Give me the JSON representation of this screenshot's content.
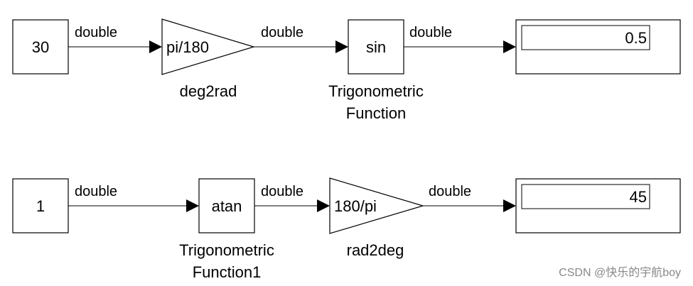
{
  "colors": {
    "background": "#ffffff",
    "line": "#000000",
    "watermark": "#888888"
  },
  "row1": {
    "source_value": "30",
    "gain_label": "pi/180",
    "gain_caption": "deg2rad",
    "trig_label": "sin",
    "trig_caption_line1": "Trigonometric",
    "trig_caption_line2": "Function",
    "display_value": "0.5",
    "signals": [
      "double",
      "double",
      "double"
    ]
  },
  "row2": {
    "source_value": "1",
    "trig_label": "atan",
    "trig_caption_line1": "Trigonometric",
    "trig_caption_line2": "Function1",
    "gain_label": "180/pi",
    "gain_caption": "rad2deg",
    "display_value": "45",
    "signals": [
      "double",
      "double",
      "double"
    ]
  },
  "watermark": "CSDN @快乐的宇航boy"
}
